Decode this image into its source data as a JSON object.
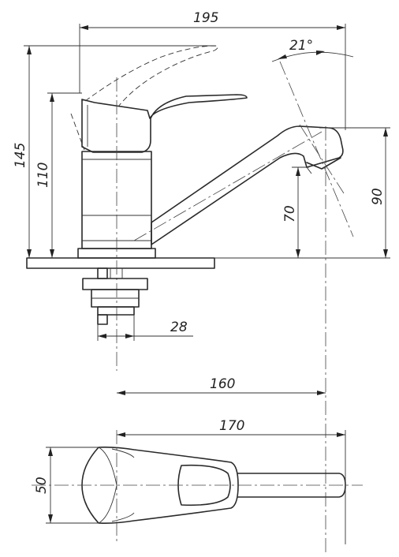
{
  "dimensions": {
    "overall_length": "195",
    "overall_height": "145",
    "body_height": "110",
    "spout_height": "90",
    "spout_outlet_height": "70",
    "swivel_angle": "21°",
    "thread_diameter": "28",
    "spout_reach": "160",
    "top_view_length": "170",
    "top_view_width": "50"
  }
}
